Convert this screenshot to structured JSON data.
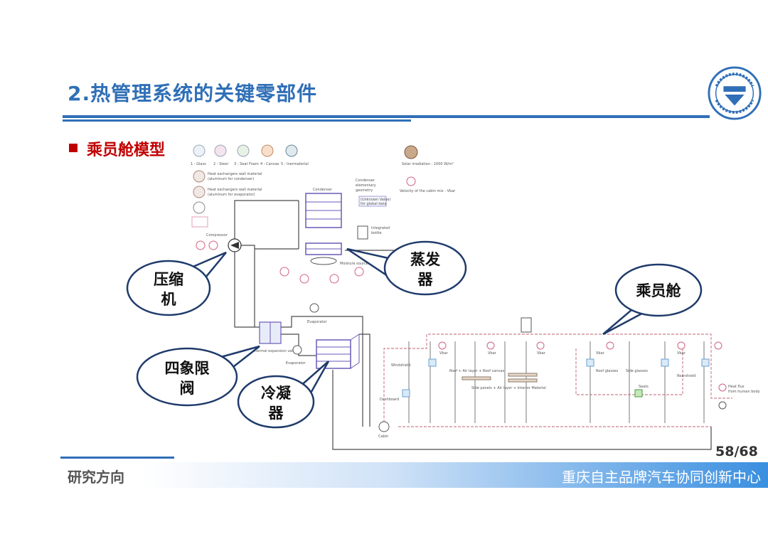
{
  "header": {
    "title": "2.热管理系统的关键零部件"
  },
  "section": {
    "bullet": "乘员舱模型"
  },
  "callouts": {
    "compressor": [
      "压缩",
      "机"
    ],
    "evaporator": [
      "蒸发",
      "器"
    ],
    "cabin": [
      "乘员舱"
    ],
    "valve": [
      "四象限",
      "阀"
    ],
    "condenser": [
      "冷凝",
      "器"
    ]
  },
  "legend": {
    "materials": [
      "1 - Glass",
      "2 - Steel",
      "3 - Seat Foam",
      "4 - Canvas",
      "5 - Inermaterial"
    ],
    "wall_condenser": [
      "Heat exchangers wall material",
      "(aluminum for condenser)"
    ],
    "wall_evaporator": [
      "Heat exchangers wall material",
      "(aluminum for evaporator)"
    ],
    "solar": "Solar irradiation : 1000 W/m²",
    "velocity": "Velocity of the cabin mix : Vbar"
  },
  "diagram_labels": {
    "compressor": "Compressor",
    "condenser": "Condenser",
    "condenser_geometry": [
      "Condenser",
      "elementary",
      "geometry"
    ],
    "global_data": [
      "(Unknown Value)",
      "for global data"
    ],
    "bottle": [
      "Integrated",
      "bottle"
    ],
    "moisture": "Moisture source",
    "evaporator": "Evaporator",
    "expansion_valve": "Thermal expansion valve",
    "windshield": "Windshield",
    "dashboard": "Dashboard",
    "roof": "Roof + Air layer + Roof canvas",
    "side_panels": "Side panels + Air layer + Interior Material",
    "roof_glasses": "Roof glasses",
    "side_glasses": "Side glasses",
    "rearshield": "Rearshield",
    "seats": "Seats",
    "heat_flux": [
      "Heat flux",
      "from human body"
    ],
    "cabin": "Cabin",
    "vbar": "Vbar"
  },
  "footer": {
    "left": "研究方向",
    "right": "重庆自主品牌汽车协同创新中心",
    "page": "58/68"
  },
  "colors": {
    "title_blue": "#2f6fb7",
    "bullet_red": "#c00000",
    "callout_border": "#1f3b6b"
  }
}
